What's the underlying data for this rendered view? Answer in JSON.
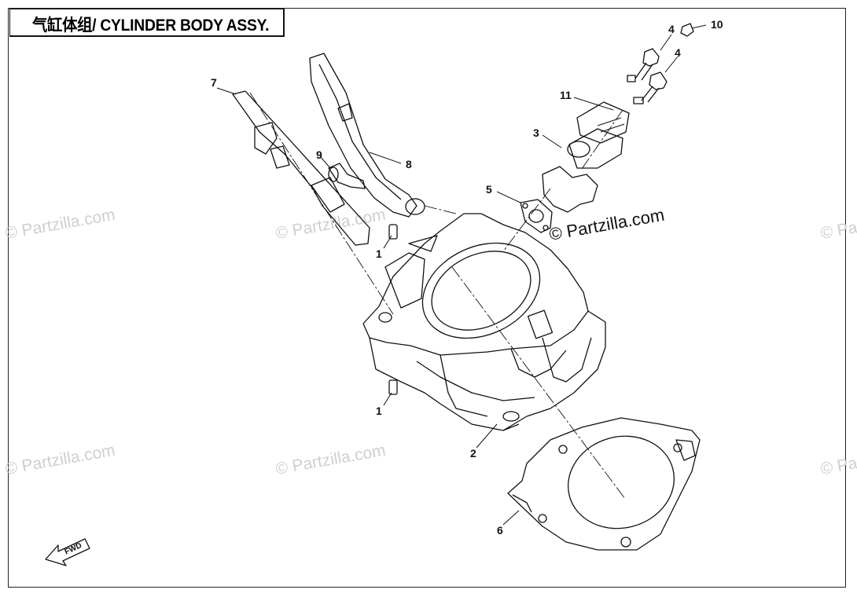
{
  "title": "气缸体组/ CYLINDER BODY ASSY.",
  "watermark_text": "© Partzilla.com",
  "fwd_label": "FWD",
  "callouts": {
    "c1a": "1",
    "c1b": "1",
    "c2": "2",
    "c3": "3",
    "c4a": "4",
    "c4b": "4",
    "c5": "5",
    "c6": "6",
    "c7": "7",
    "c8": "8",
    "c9": "9",
    "c10": "10",
    "c11": "11"
  },
  "colors": {
    "line": "#111111",
    "watermark": "#cfcfcf"
  }
}
